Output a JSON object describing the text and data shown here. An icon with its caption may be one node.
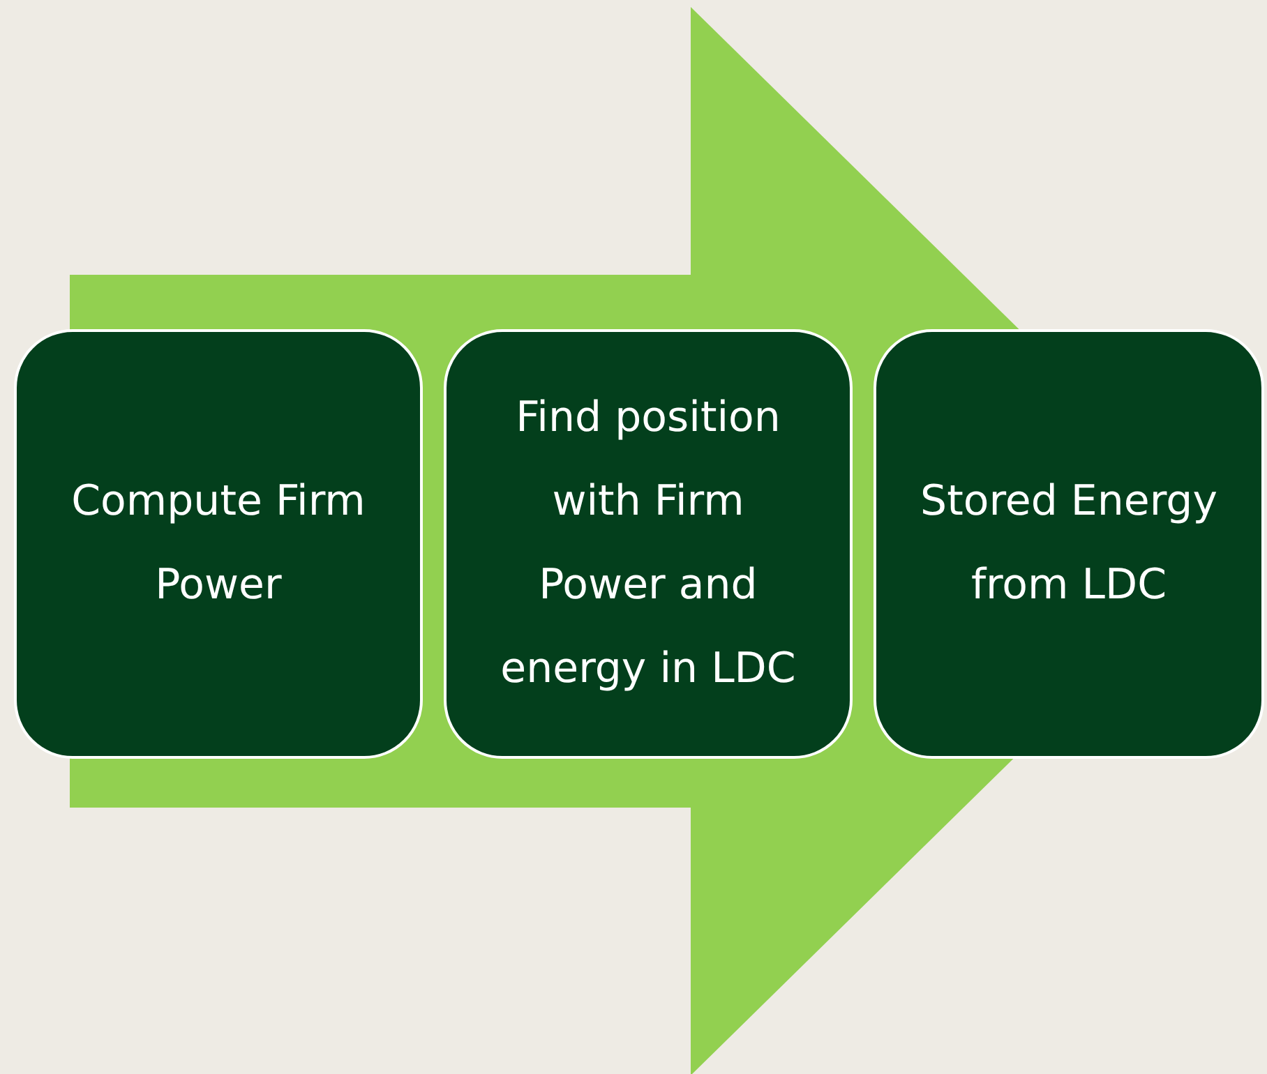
{
  "diagram": {
    "nodes": [
      {
        "text": [
          "Compute Firm Power"
        ]
      },
      {
        "text": [
          "Find position with Firm Power and energy in LDC"
        ]
      },
      {
        "text": [
          "Stored Energy from LDC"
        ]
      }
    ],
    "edges": [
      {
        "from": 0,
        "to": 2,
        "arrow": "to",
        "style": "thick"
      }
    ]
  }
}
